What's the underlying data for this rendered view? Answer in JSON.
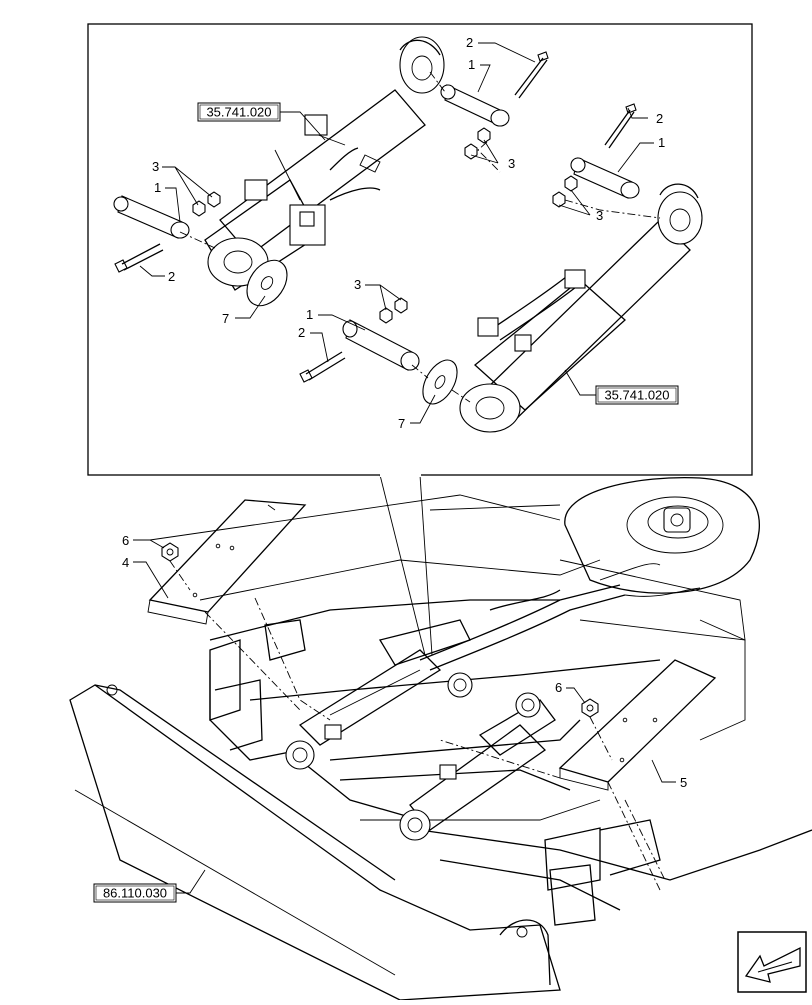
{
  "diagram": {
    "callouts": {
      "c1": "1",
      "c2": "2",
      "c3": "3",
      "c4": "4",
      "c5": "5",
      "c6": "6",
      "c7": "7"
    },
    "references": {
      "cylinder_left": "35.741.020",
      "cylinder_right": "35.741.020",
      "blade": "86.110.030"
    },
    "nav_icon": "arrow-down-left-icon"
  }
}
